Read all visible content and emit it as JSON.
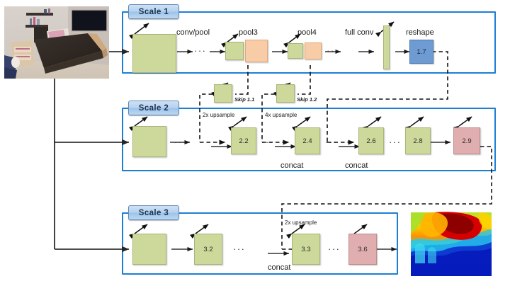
{
  "figure": {
    "title": "Multi-scale depth prediction network architecture",
    "colors": {
      "frame_blue": "#1c7fd6",
      "chip_blue": "#b6d2ef",
      "feature_green": "#ccd99a",
      "pool_peach": "#f8cca6",
      "reshape_blue": "#6e9bd2",
      "output_red": "#e0aeae",
      "arrow_black": "#262626"
    }
  },
  "input": {
    "name": "input-image",
    "caption": "bedroom RGB input photo"
  },
  "output": {
    "name": "depth-map",
    "caption": "predicted depth map (jet colormap)"
  },
  "scales": [
    {
      "id": "scale-1",
      "title": "Scale  1",
      "labels": [
        "conv/pool",
        "pool3",
        "pool4",
        "full conv",
        "reshape"
      ],
      "blocks": [
        {
          "name": "scale1-input-map",
          "value": "",
          "color": "green"
        },
        {
          "name": "scale1-conv-map",
          "value": "",
          "color": "green"
        },
        {
          "name": "scale1-pool3-map",
          "value": "",
          "color": "green"
        },
        {
          "name": "scale1-pool3",
          "value": "",
          "color": "peach"
        },
        {
          "name": "scale1-pool4-map",
          "value": "",
          "color": "green"
        },
        {
          "name": "scale1-pool4",
          "value": "",
          "color": "peach"
        },
        {
          "name": "scale1-full-conv",
          "value": "",
          "color": "green"
        },
        {
          "name": "scale1-reshape",
          "value": "1.7",
          "color": "blue"
        }
      ]
    },
    {
      "id": "scale-2",
      "title": "Scale  2",
      "labels": [
        "2x upsample",
        "4x upsample",
        "concat",
        "concat"
      ],
      "blocks": [
        {
          "name": "scale2-input-map",
          "value": "",
          "color": "green"
        },
        {
          "name": "scale2-block-2-2",
          "value": "2.2",
          "color": "green"
        },
        {
          "name": "scale2-block-2-4",
          "value": "2.4",
          "color": "green"
        },
        {
          "name": "scale2-block-2-6",
          "value": "2.6",
          "color": "green"
        },
        {
          "name": "scale2-block-2-8",
          "value": "2.8",
          "color": "green"
        },
        {
          "name": "scale2-block-2-9",
          "value": "2.9",
          "color": "red"
        }
      ]
    },
    {
      "id": "scale-3",
      "title": "Scale  3",
      "labels": [
        "2x upsample",
        "concat"
      ],
      "blocks": [
        {
          "name": "scale3-input-map",
          "value": "",
          "color": "green"
        },
        {
          "name": "scale3-block-3-2",
          "value": "3.2",
          "color": "green"
        },
        {
          "name": "scale3-block-3-3",
          "value": "3.3",
          "color": "green"
        },
        {
          "name": "scale3-block-3-6",
          "value": "3.6",
          "color": "red"
        }
      ]
    }
  ],
  "skips": [
    {
      "name": "skip-1-1",
      "label": "Skip 1.1"
    },
    {
      "name": "skip-1-2",
      "label": "Skip 1.2"
    }
  ],
  "text": {
    "conv_pool": "conv/pool",
    "pool3": "pool3",
    "pool4": "pool4",
    "full_conv": "full conv",
    "reshape": "reshape",
    "reshape_value": "1.7",
    "skip11": "Skip 1.1",
    "skip12": "Skip 1.2",
    "upsample2x_a": "2x upsample",
    "upsample4x": "4x upsample",
    "upsample2x_b": "2x upsample",
    "concat_a": "concat",
    "concat_b": "concat",
    "concat_c": "concat",
    "scale1_title": "Scale  1",
    "scale2_title": "Scale  2",
    "scale3_title": "Scale  3",
    "b22": "2.2",
    "b24": "2.4",
    "b26": "2.6",
    "b28": "2.8",
    "b29": "2.9",
    "b32": "3.2",
    "b33": "3.3",
    "b36": "3.6",
    "ellipsis": "···"
  }
}
